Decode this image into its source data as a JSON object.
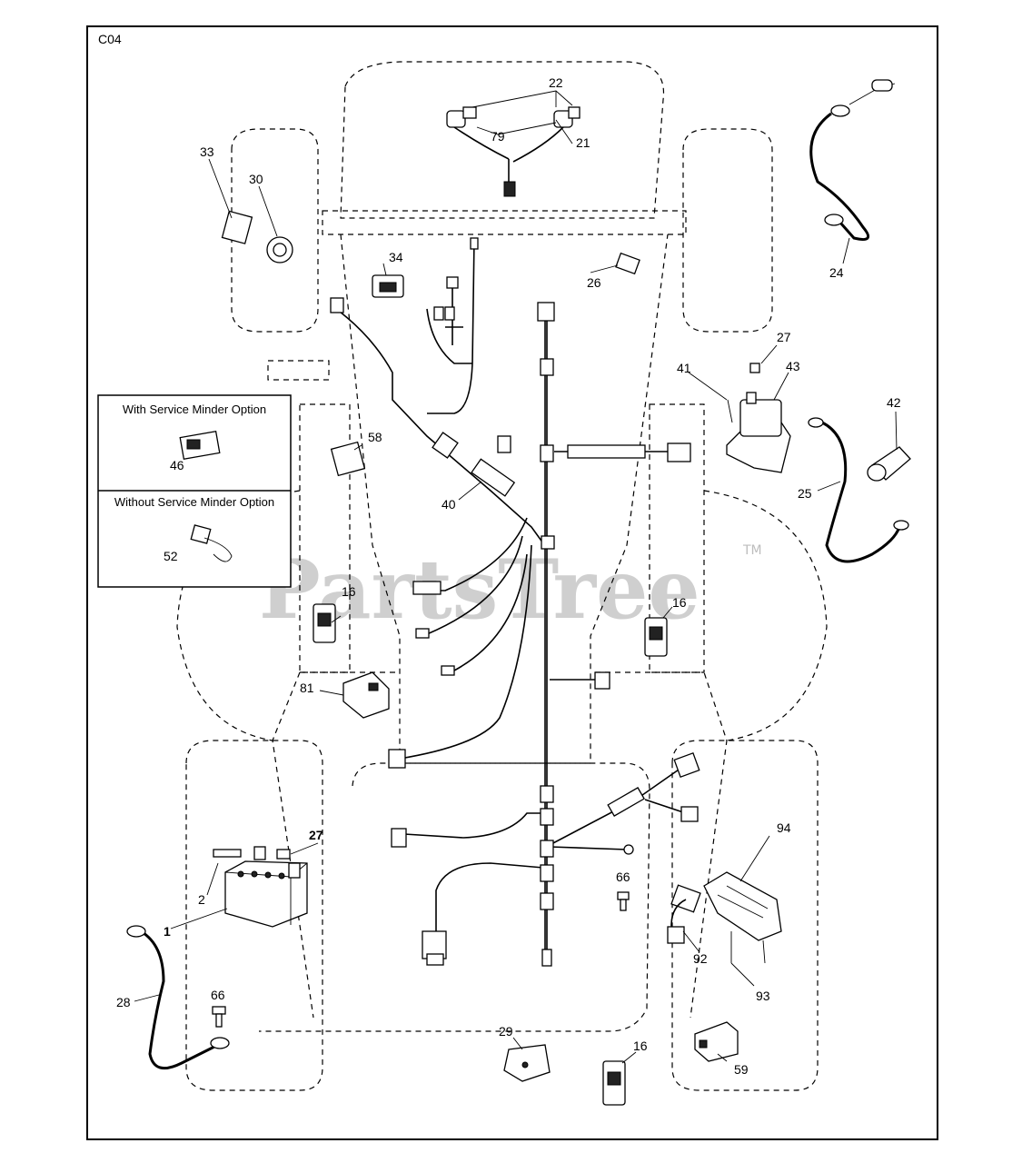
{
  "diagram_code": "C04",
  "watermark": {
    "text": "PartsTree",
    "trademark": "TM"
  },
  "options": [
    {
      "title": "With Service Minder Option",
      "callout": "46"
    },
    {
      "title": "Without Service Minder Option",
      "callout": "52"
    }
  ],
  "callouts": [
    "22",
    "79",
    "21",
    "33",
    "30",
    "24",
    "34",
    "26",
    "27",
    "41",
    "43",
    "42",
    "58",
    "25",
    "40",
    "16",
    "16",
    "81",
    "27",
    "94",
    "2",
    "66",
    "1",
    "28",
    "66",
    "92",
    "93",
    "29",
    "16",
    "59"
  ]
}
